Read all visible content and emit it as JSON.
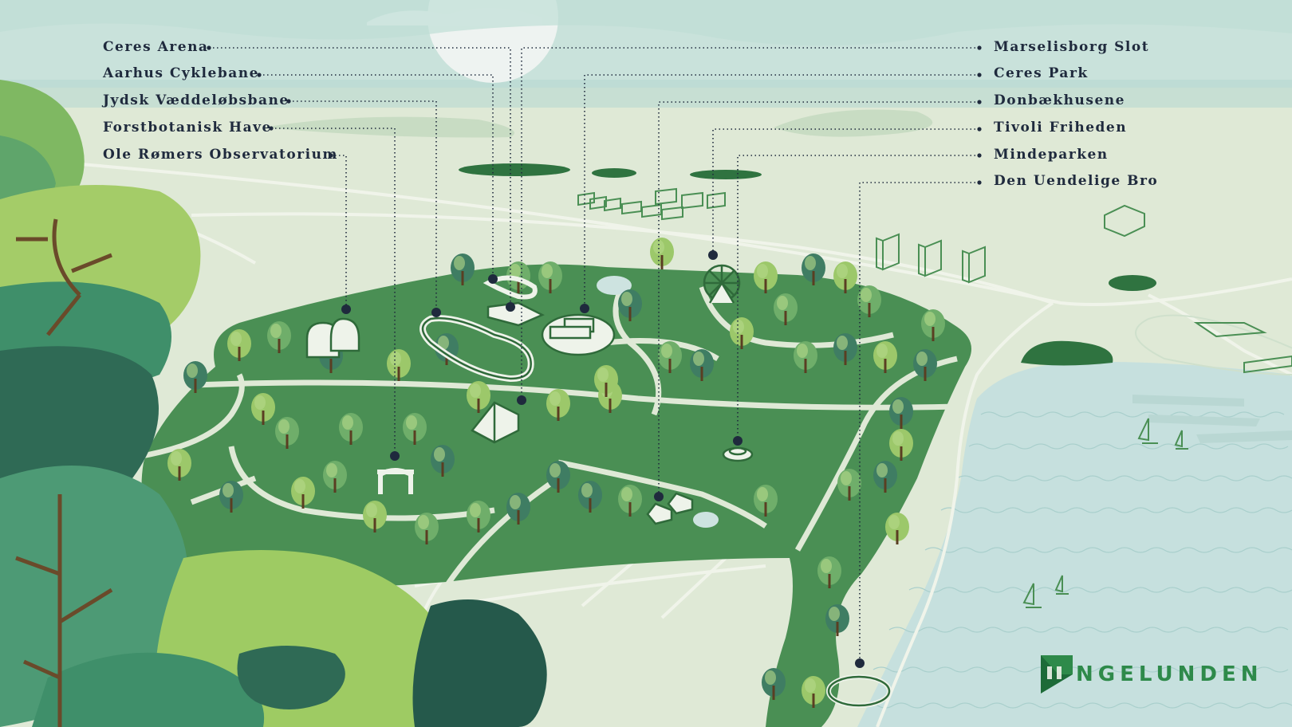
{
  "map": {
    "labels_left": [
      {
        "name": "Ceres Arena"
      },
      {
        "name": "Aarhus Cyklebane"
      },
      {
        "name": "Jydsk Væddeløbsbane"
      },
      {
        "name": "Forstbotanisk Have"
      },
      {
        "name": "Ole Rømers Observatorium"
      }
    ],
    "labels_right": [
      {
        "name": "Marselisborg Slot"
      },
      {
        "name": "Ceres Park"
      },
      {
        "name": "Donbækhusene"
      },
      {
        "name": "Tivoli Friheden"
      },
      {
        "name": "Mindeparken"
      },
      {
        "name": "Den Uendelige Bro"
      }
    ],
    "logo_text": "NGELUNDEN",
    "colors": {
      "sky": "#c9e2db",
      "land": "#dfe9d6",
      "park": "#4a8f54",
      "water": "#c6e0de",
      "leader": "#1f2a3d",
      "logo": "#2e8a4a"
    }
  }
}
